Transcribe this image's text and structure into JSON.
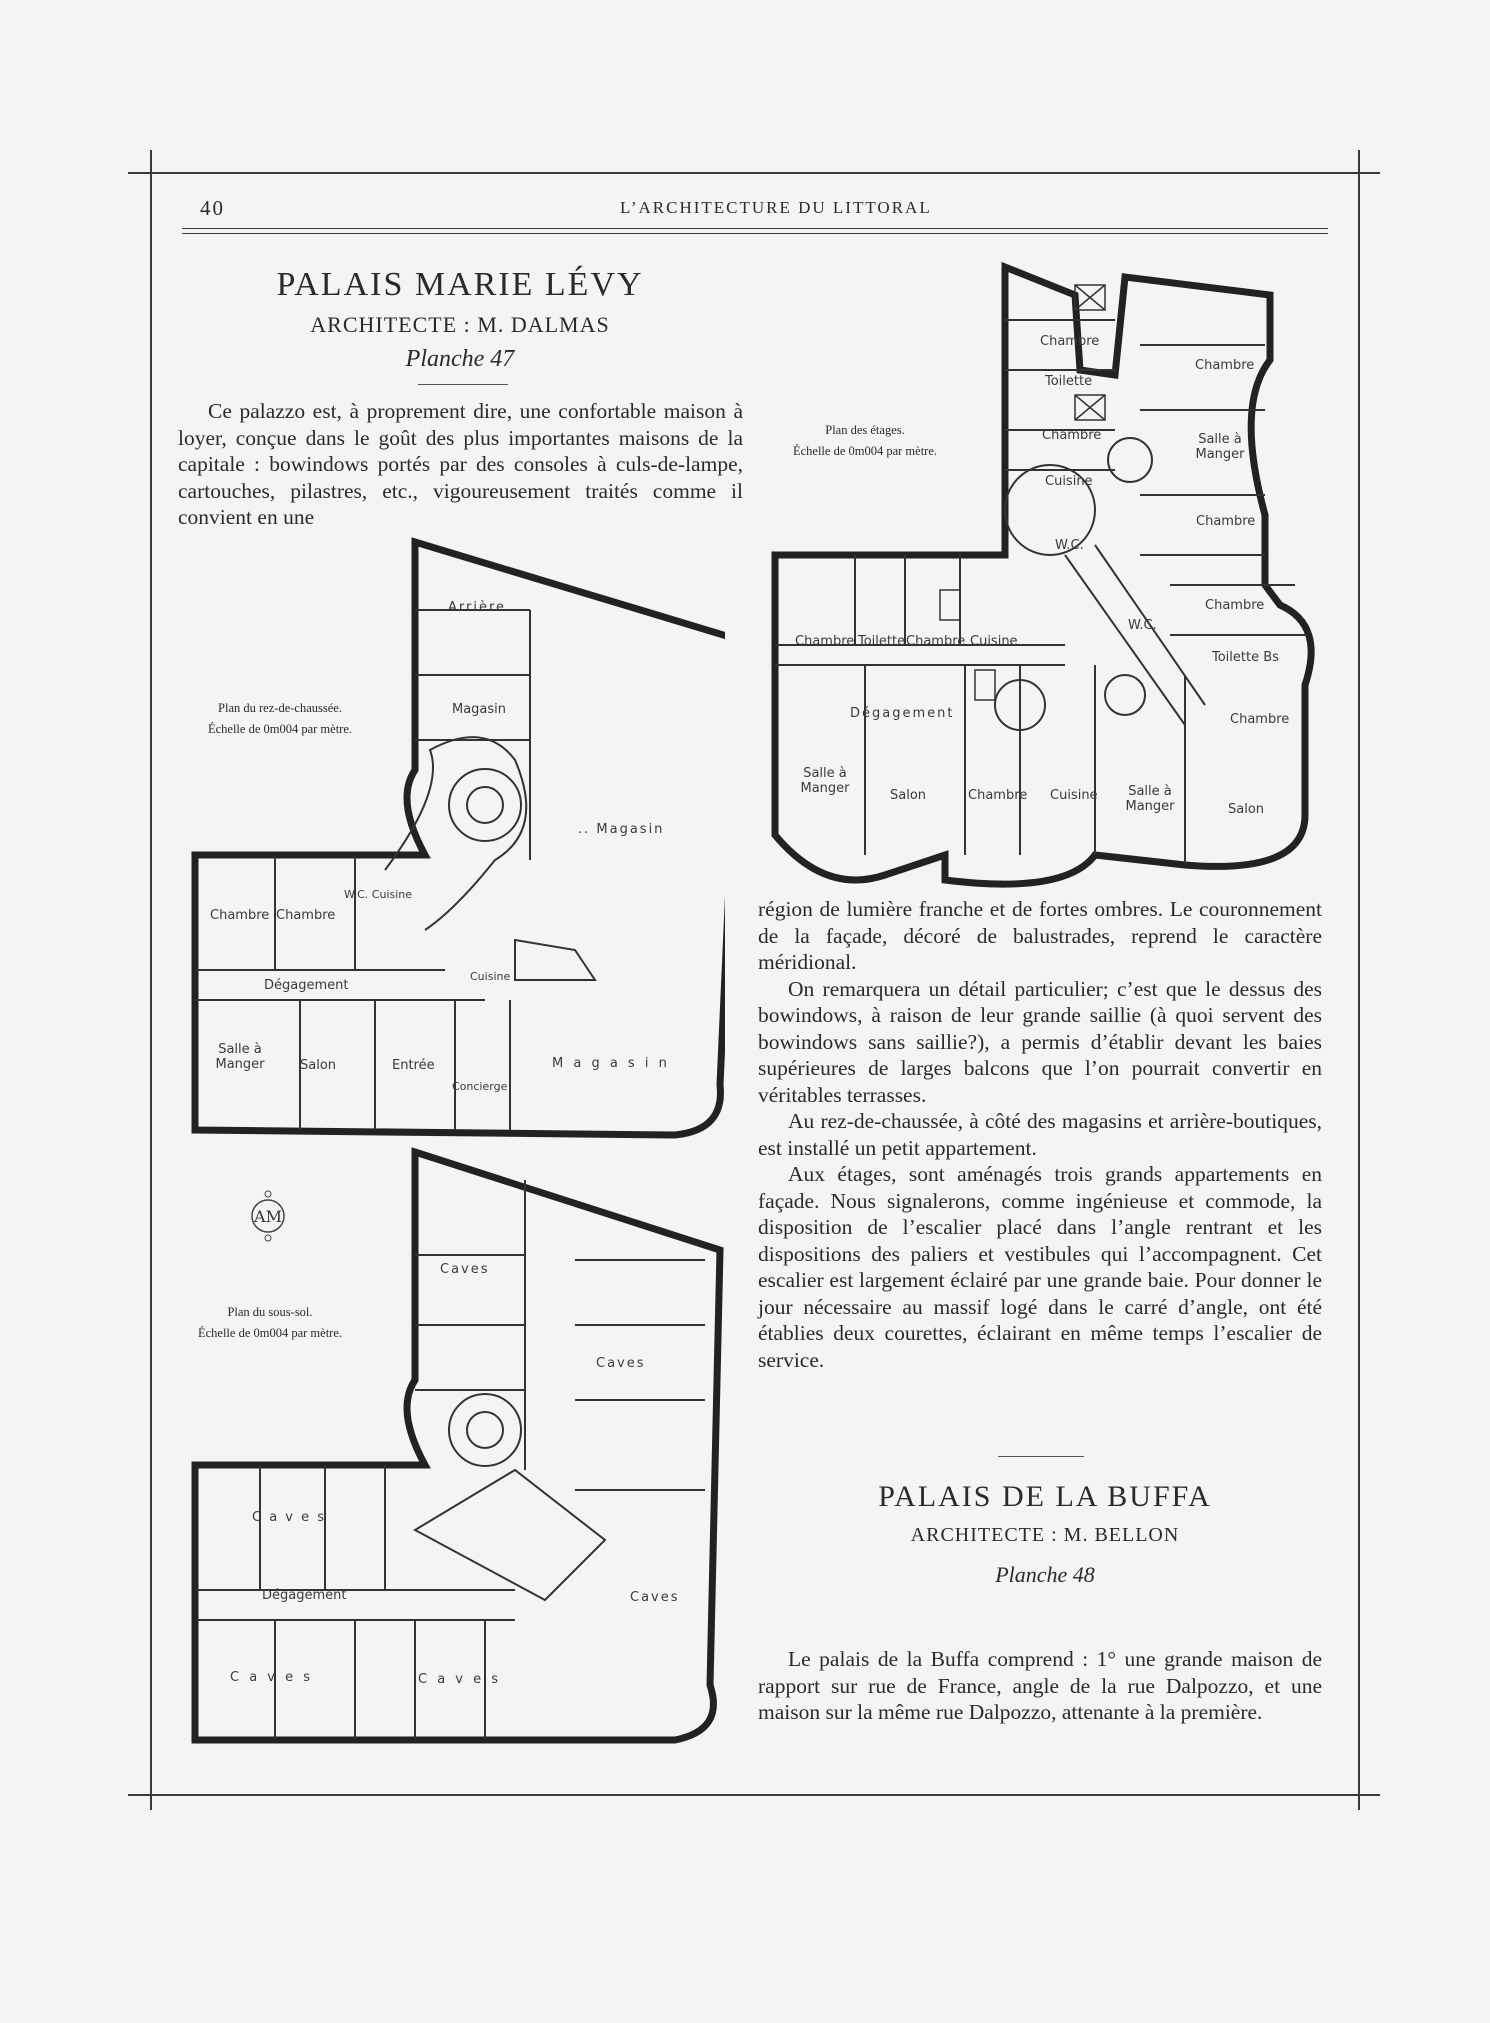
{
  "header": {
    "page_number": "40",
    "running_title": "L’ARCHITECTURE DU LITTORAL"
  },
  "article1": {
    "title": "PALAIS MARIE LÉVY",
    "architect": "ARCHITECTE : M. DALMAS",
    "plate": "Planche 47",
    "paragraph_left": "Ce palazzo est, à proprement dire, une confortable maison à loyer, conçue dans le goût des plus importantes maisons de la capitale : bowindows portés par des consoles à culs-de-lampe, cartouches, pilastres, etc., vigoureusement traités comme il convient en une",
    "paragraphs_right": [
      "région de lumière franche et de fortes ombres. Le couronnement de la façade, décoré de balustrades, reprend le caractère méridional.",
      "On remarquera un détail particulier; c’est que le dessus des bowindows, à raison de leur grande saillie (à quoi servent des bowindows sans saillie?), a permis d’établir devant les baies supérieures de larges balcons que l’on pourrait convertir en véritables terrasses.",
      "Au rez-de-chaussée, à côté des magasins et arrière-boutiques, est installé un petit appartement.",
      "Aux étages, sont aménagés trois grands appartements en façade. Nous signalerons, comme ingénieuse et commode, la disposition de l’escalier placé dans l’angle rentrant et les dispositions des paliers et vestibules qui l’accompagnent. Cet escalier est largement éclairé par une grande baie. Pour donner le jour nécessaire au massif logé dans le carré d’angle, ont été établies deux courettes, éclairant en même temps l’escalier de service."
    ]
  },
  "article2": {
    "title": "PALAIS DE LA BUFFA",
    "architect": "ARCHITECTE : M. BELLON",
    "plate": "Planche 48",
    "paragraph": "Le palais de la Buffa comprend : 1° une grande maison de rapport sur rue de France, angle de la rue Dalpozzo, et une maison sur la même rue Dalpozzo, attenante à la première."
  },
  "captions": {
    "etages": [
      "Plan des étages.",
      "Échelle de 0m004 par mètre."
    ],
    "rdc": [
      "Plan du rez-de-chaussée.",
      "Échelle de 0m004 par mètre."
    ],
    "sous_sol": [
      "Plan du sous-sol.",
      "Échelle de 0m004 par mètre."
    ]
  },
  "monogram": "AM",
  "plan_etages_labels": {
    "l1": "Chambre",
    "l2": "Toilette",
    "l3": "Chambre",
    "l4": "Cuisine",
    "l5": "W.C.",
    "l6": "Chambre",
    "l7": "Salle à Manger",
    "l8": "Chambre",
    "l9": "Chambre",
    "l10": "Toilette Bs",
    "l11": "Chambre",
    "l12": "Chambre",
    "l13": "Toilette",
    "l14": "Chambre",
    "l15": "Cuisine",
    "l16": "Dégagement",
    "l17": "Salle à Manger",
    "l18": "Salon",
    "l19": "Chambre",
    "l20": "Cuisine",
    "l21": "Salle à Manger",
    "l22": "Salon",
    "l23": "W.C."
  },
  "plan_rdc_labels": {
    "l1": "Arrière",
    "l2": "Magasin",
    "l3": ".. Magasin",
    "l4": "Chambre",
    "l5": "Chambre",
    "l6": "W.C. Cuisine",
    "l7": "Dégagement",
    "l8": "Cuisine",
    "l9": "Salle à Manger",
    "l10": "Salon",
    "l11": "Entrée",
    "l12": "Concierge",
    "l13": "M a g a s i n"
  },
  "plan_sous_sol_labels": {
    "l1": "Caves",
    "l2": "Caves",
    "l3": "C a v e s",
    "l4": "Dégagement",
    "l5": "Caves",
    "l6": "C a v e s",
    "l7": "C a v e s"
  }
}
